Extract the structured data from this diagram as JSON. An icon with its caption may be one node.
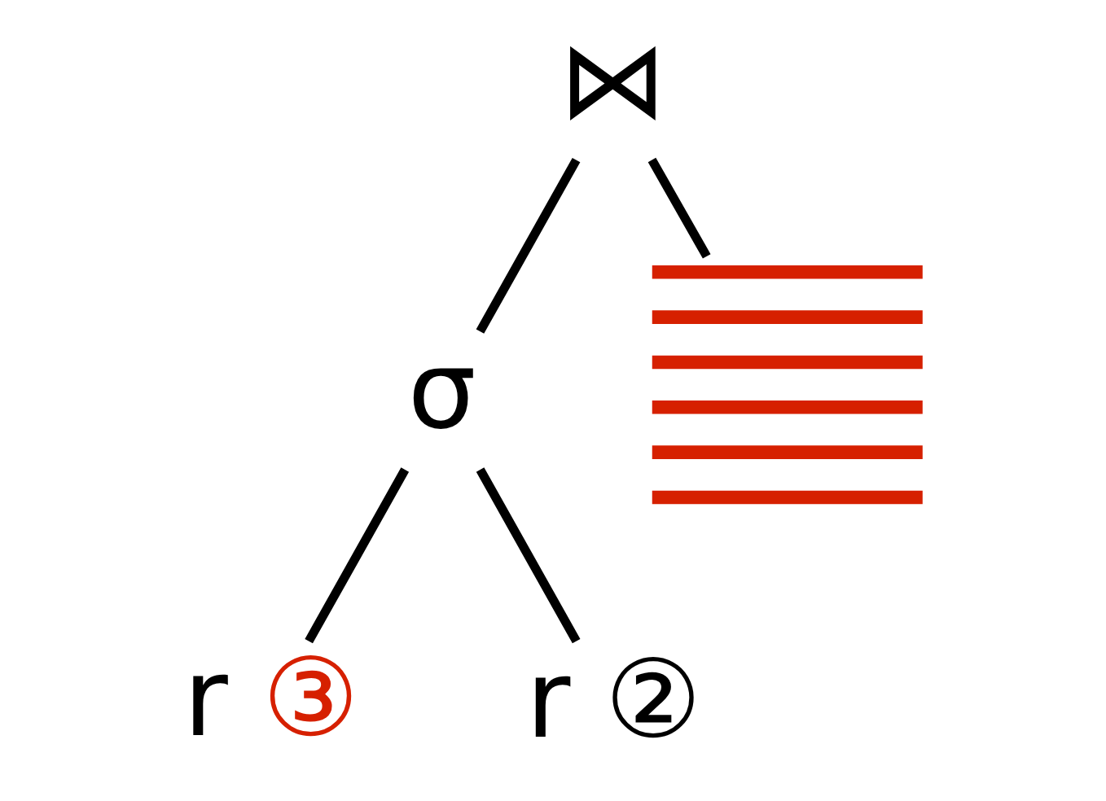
{
  "diagram": {
    "nodes": [
      {
        "text": [
          "⋈"
        ]
      },
      {
        "text": [
          "σ"
        ]
      },
      {
        "text": [],
        "shape": "box"
      },
      {
        "text": [
          "r ③"
        ]
      },
      {
        "text": [
          "r ②"
        ]
      }
    ],
    "edges": [
      {
        "from": 0,
        "to": 1,
        "arrow": "none"
      },
      {
        "from": 0,
        "to": 2,
        "arrow": "none"
      },
      {
        "from": 1,
        "to": 3,
        "arrow": "none"
      },
      {
        "from": 1,
        "to": 4,
        "arrow": "none"
      }
    ]
  }
}
